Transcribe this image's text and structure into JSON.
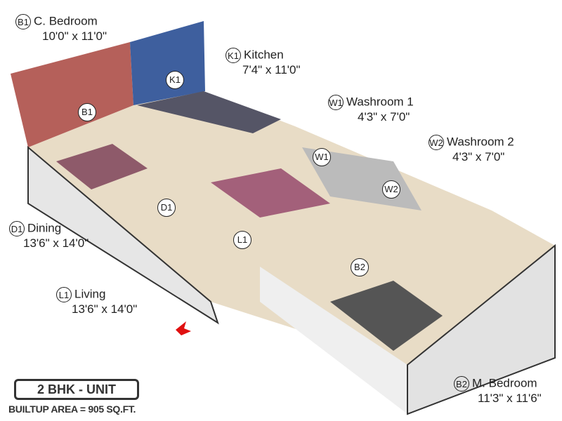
{
  "unit": {
    "title": "2 BHK - UNIT",
    "area": "BUILTUP AREA = 905 SQ.FT."
  },
  "rooms": [
    {
      "code": "B1",
      "name": "C. Bedroom",
      "size": "10'0\" x 11'0\""
    },
    {
      "code": "K1",
      "name": "Kitchen",
      "size": "7'4\" x 11'0\""
    },
    {
      "code": "W1",
      "name": "Washroom 1",
      "size": "4'3\" x 7'0\""
    },
    {
      "code": "W2",
      "name": "Washroom 2",
      "size": "4'3\" x 7'0\""
    },
    {
      "code": "D1",
      "name": "Dining",
      "size": "13'6\" x 14'0\""
    },
    {
      "code": "L1",
      "name": "Living",
      "size": "13'6\" x 14'0\""
    },
    {
      "code": "B2",
      "name": "M. Bedroom",
      "size": "11'3\" x 11'6\""
    }
  ],
  "colors": {
    "bedroom_wall": "#b5605a",
    "kitchen_wall": "#3e5f9e",
    "floor": "#e8dcc6",
    "wall": "#eeeeee",
    "entry_arrow": "#e01010"
  }
}
